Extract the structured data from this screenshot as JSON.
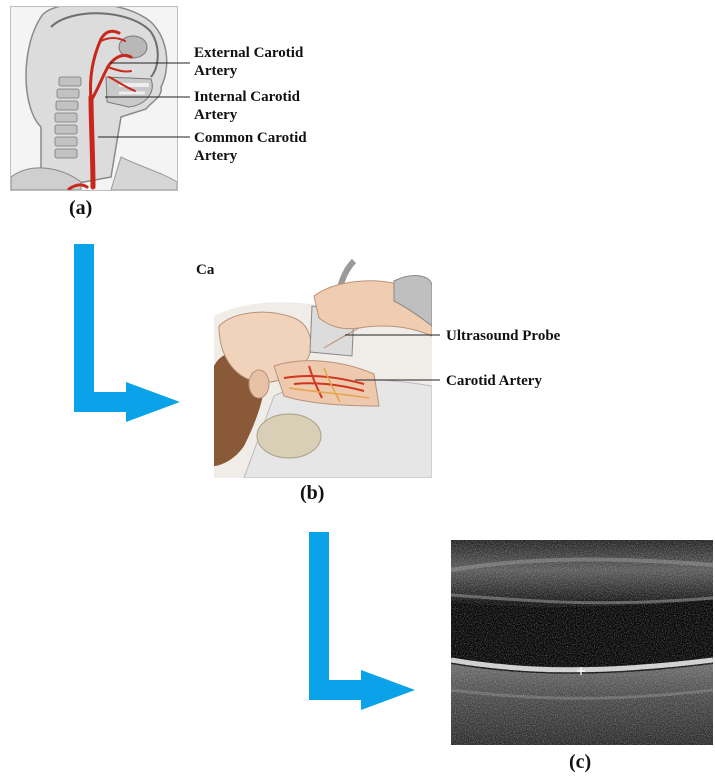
{
  "panel_a": {
    "labels": {
      "external": [
        "External Carotid",
        "Artery"
      ],
      "internal": [
        "Internal Carotid",
        "Artery"
      ],
      "common": [
        "Common Carotid",
        "Artery"
      ]
    },
    "caption": "(a)"
  },
  "panel_b": {
    "title": "Carotid Duplex",
    "labels": {
      "probe": "Ultrasound Probe",
      "artery": "Carotid Artery"
    },
    "caption": "(b)"
  },
  "panel_c": {
    "caption": "(c)"
  },
  "colors": {
    "arrow": "#0aa2e8",
    "artery": "#c8281c",
    "label_text": "#111111",
    "leader_line": "#222222",
    "ultrasound_bg": "#0b0b0b"
  },
  "icons": [
    "arrow-down-right-icon",
    "head-neck-illustration",
    "ultrasound-exam-illustration",
    "ultrasound-image"
  ]
}
